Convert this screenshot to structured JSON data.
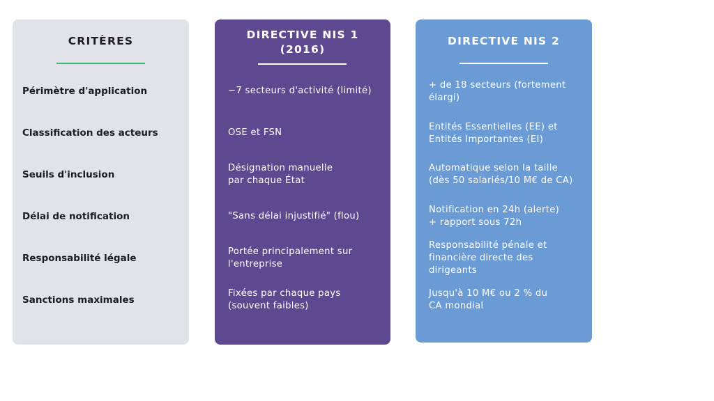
{
  "colors": {
    "criteria_bg": "#e1e3e8",
    "criteria_text": "#1d1d1f",
    "criteria_accent": "#3cba78",
    "nis1_bg": "#5e4990",
    "nis2_bg": "#6b9bd4",
    "light_text": "#ffffff"
  },
  "columns": {
    "criteria": {
      "title": "CRITÈRES",
      "rows": [
        "Périmètre d'application",
        "Classification des acteurs",
        "Seuils d'inclusion",
        "Délai de notification",
        "Responsabilité légale",
        "Sanctions maximales"
      ]
    },
    "nis1": {
      "title": "DIRECTIVE NIS 1\n(2016)",
      "rows": [
        "~7 secteurs d'activité (limité)",
        "OSE et FSN",
        "Désignation manuelle\npar chaque État",
        "\"Sans délai injustifié\" (flou)",
        "Portée principalement sur\nl'entreprise",
        "Fixées par chaque pays\n(souvent faibles)"
      ]
    },
    "nis2": {
      "title": "DIRECTIVE NIS 2",
      "rows": [
        "+ de 18 secteurs (fortement\nélargi)",
        "Entités Essentielles (EE) et\nEntités Importantes (EI)",
        "Automatique selon la taille\n(dès 50 salariés/10 M€ de CA)",
        "Notification en 24h (alerte)\n+ rapport sous 72h",
        "Responsabilité pénale et\nfinancière directe des\ndirigeants",
        "Jusqu'à 10 M€ ou 2 % du\nCA mondial"
      ]
    }
  }
}
